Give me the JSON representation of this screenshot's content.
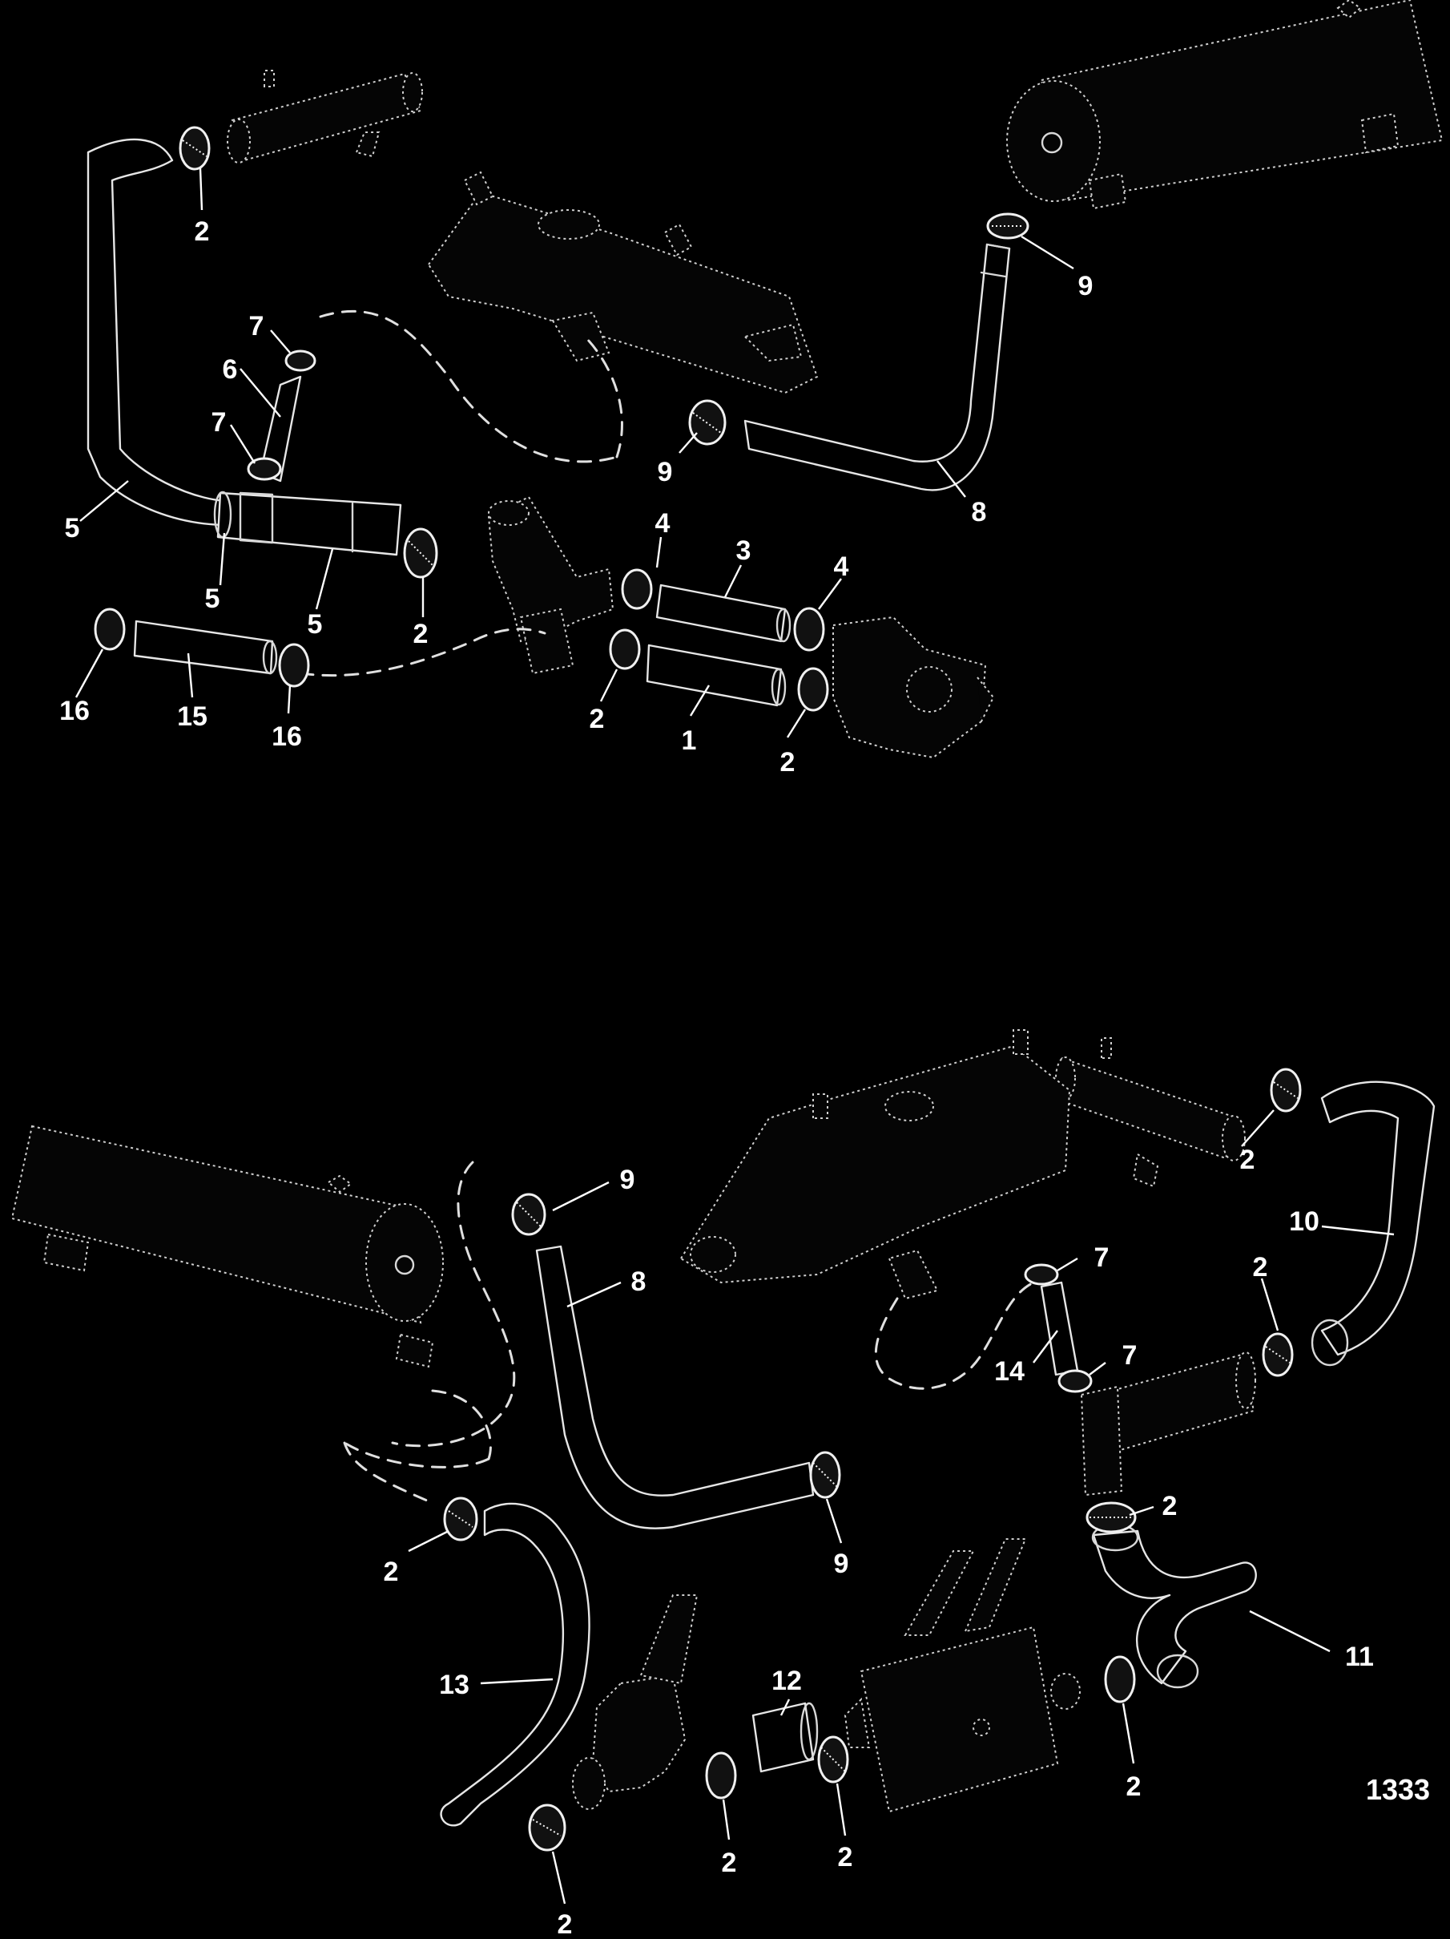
{
  "figure_number": "1333",
  "callouts": [
    {
      "id": "top-2a",
      "label": "2"
    },
    {
      "id": "top-9a",
      "label": "9"
    },
    {
      "id": "top-7a",
      "label": "7"
    },
    {
      "id": "top-6",
      "label": "6"
    },
    {
      "id": "top-7b",
      "label": "7"
    },
    {
      "id": "top-9b",
      "label": "9"
    },
    {
      "id": "top-8",
      "label": "8"
    },
    {
      "id": "top-5a",
      "label": "5"
    },
    {
      "id": "top-5b",
      "label": "5"
    },
    {
      "id": "top-5c",
      "label": "5"
    },
    {
      "id": "top-4a",
      "label": "4"
    },
    {
      "id": "top-3",
      "label": "3"
    },
    {
      "id": "top-4b",
      "label": "4"
    },
    {
      "id": "top-2b",
      "label": "2"
    },
    {
      "id": "top-16a",
      "label": "16"
    },
    {
      "id": "top-15",
      "label": "15"
    },
    {
      "id": "top-16b",
      "label": "16"
    },
    {
      "id": "top-2c",
      "label": "2"
    },
    {
      "id": "top-1",
      "label": "1"
    },
    {
      "id": "top-2d",
      "label": "2"
    },
    {
      "id": "bot-9a",
      "label": "9"
    },
    {
      "id": "bot-2a",
      "label": "2"
    },
    {
      "id": "bot-10",
      "label": "10"
    },
    {
      "id": "bot-8",
      "label": "8"
    },
    {
      "id": "bot-7a",
      "label": "7"
    },
    {
      "id": "bot-2b",
      "label": "2"
    },
    {
      "id": "bot-14",
      "label": "14"
    },
    {
      "id": "bot-7b",
      "label": "7"
    },
    {
      "id": "bot-2c",
      "label": "2"
    },
    {
      "id": "bot-2d",
      "label": "2"
    },
    {
      "id": "bot-9b",
      "label": "9"
    },
    {
      "id": "bot-11",
      "label": "11"
    },
    {
      "id": "bot-12",
      "label": "12"
    },
    {
      "id": "bot-13",
      "label": "13"
    },
    {
      "id": "bot-2e",
      "label": "2"
    },
    {
      "id": "bot-2f",
      "label": "2"
    },
    {
      "id": "bot-2g",
      "label": "2"
    },
    {
      "id": "bot-2h",
      "label": "2"
    }
  ]
}
